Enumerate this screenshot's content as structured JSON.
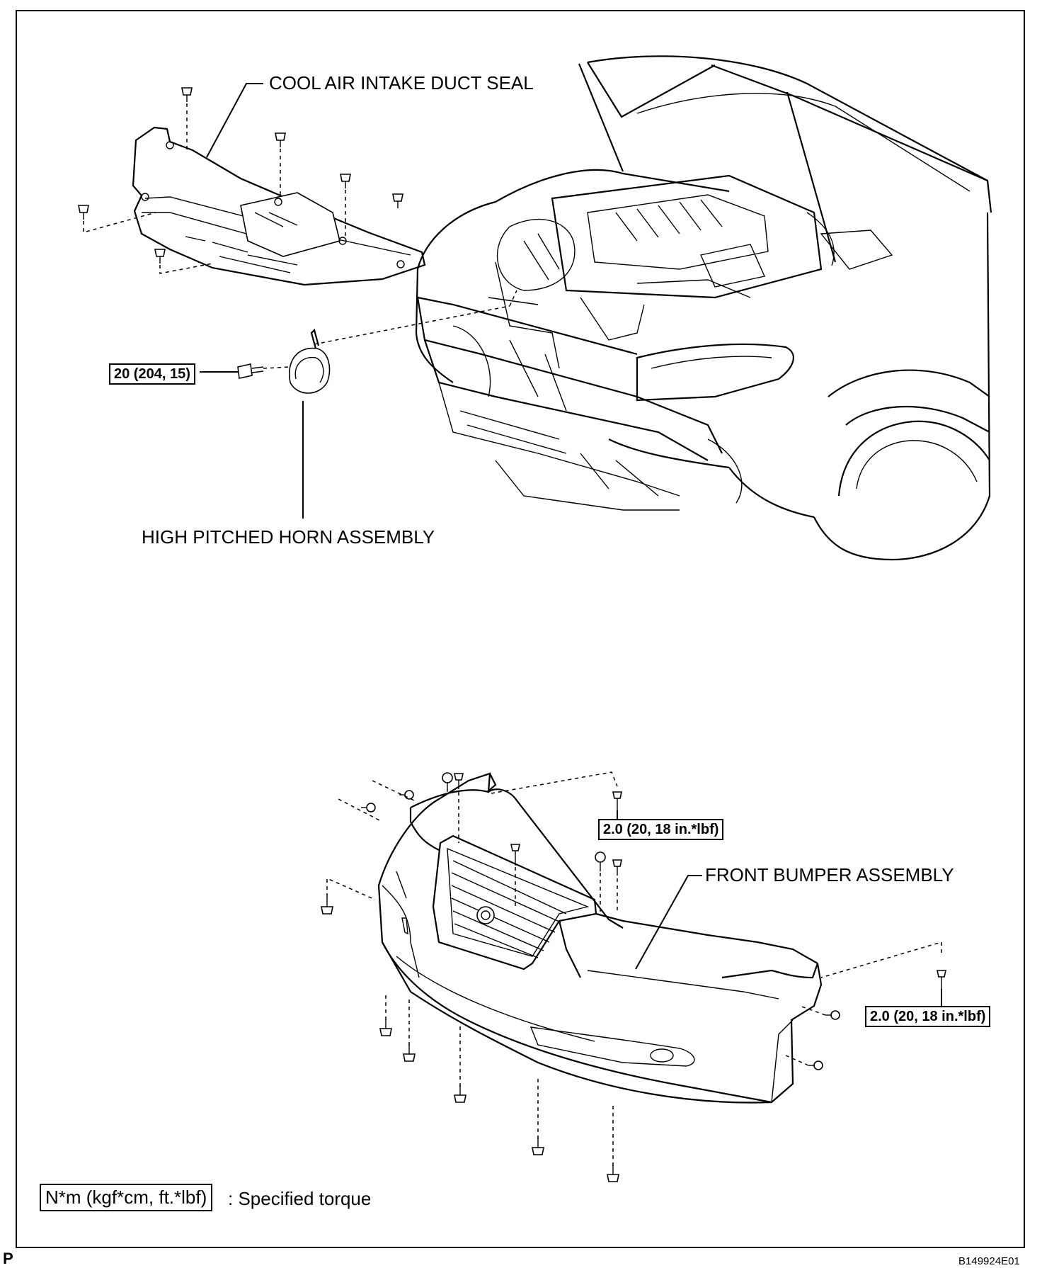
{
  "labels": {
    "cool_air_intake_duct_seal": "COOL AIR INTAKE DUCT SEAL",
    "high_pitched_horn_assembly": "HIGH PITCHED HORN ASSEMBLY",
    "front_bumper_assembly": "FRONT BUMPER ASSEMBLY"
  },
  "torques": {
    "horn_bolt": "20 (204, 15)",
    "bumper_upper_right": "2.0 (20, 18 in.*lbf)",
    "bumper_side_right": "2.0 (20, 18 in.*lbf)"
  },
  "legend": {
    "unit_box": "N*m (kgf*cm, ft.*lbf)",
    "description": ": Specified torque"
  },
  "footer": {
    "corner_mark": "P",
    "figure_code": "B149924E01"
  }
}
